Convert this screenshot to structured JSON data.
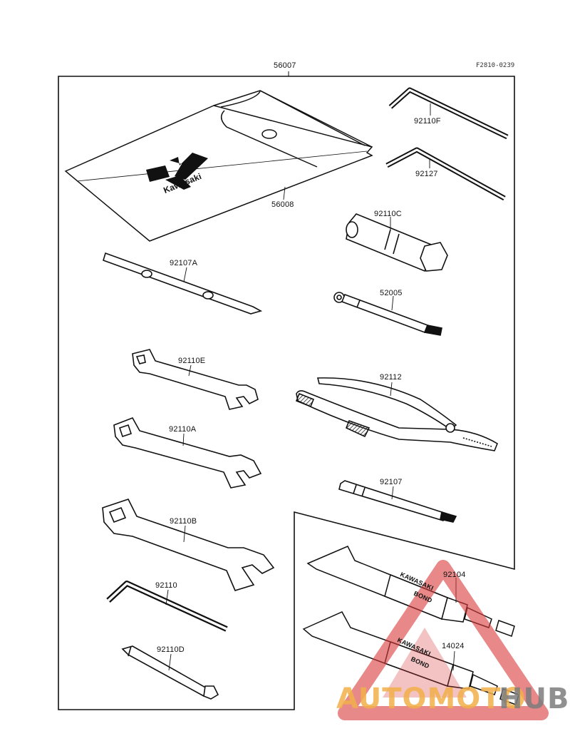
{
  "diagram": {
    "ref_code": "F2810-0239",
    "kit_label": "56007",
    "pouch": {
      "part": "56008",
      "brand": "Kawasaki"
    },
    "parts": [
      {
        "id": "92110F"
      },
      {
        "id": "92127"
      },
      {
        "id": "92110C"
      },
      {
        "id": "52005"
      },
      {
        "id": "92107A"
      },
      {
        "id": "92110E"
      },
      {
        "id": "92112"
      },
      {
        "id": "92110A"
      },
      {
        "id": "92107"
      },
      {
        "id": "92110B"
      },
      {
        "id": "92104"
      },
      {
        "id": "92110"
      },
      {
        "id": "14024"
      },
      {
        "id": "92110D"
      }
    ],
    "tube_text": {
      "line1": "KAWASAKI",
      "line2": "BOND"
    }
  },
  "watermark": {
    "part1": "AUTOMOTO",
    "part2": "HUB",
    "colors": {
      "triangle": "#d93a3a",
      "part1": "#f2b04a",
      "part2": "#7d7d7d"
    }
  }
}
